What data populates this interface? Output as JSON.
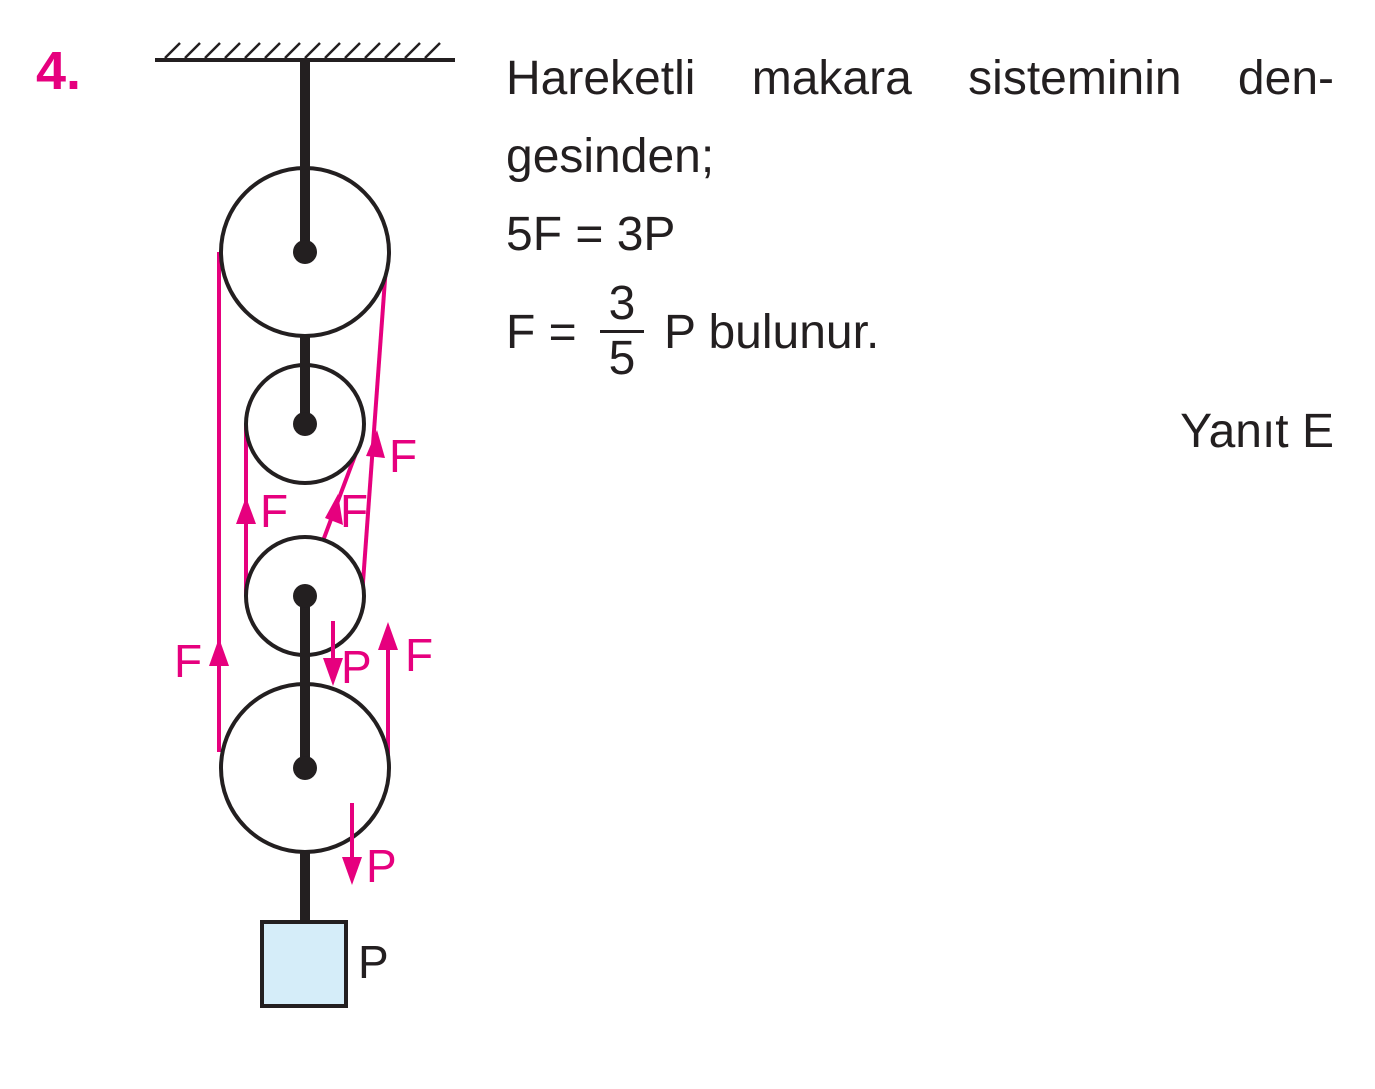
{
  "question": {
    "number": "4."
  },
  "solution": {
    "line1": "Hareketli makara sisteminin den-",
    "line2": "gesinden;",
    "equation": "5F = 3P",
    "result_prefix": "F =",
    "fraction_num": "3",
    "fraction_den": "5",
    "result_suffix": "P bulunur.",
    "answer": "Yanıt E"
  },
  "diagram": {
    "force_labels": {
      "f": "F",
      "p": "P"
    },
    "weight_label": "P",
    "colors": {
      "rope": "#e6007e",
      "structure": "#231f20",
      "weight_fill": "#d5edf9"
    }
  }
}
